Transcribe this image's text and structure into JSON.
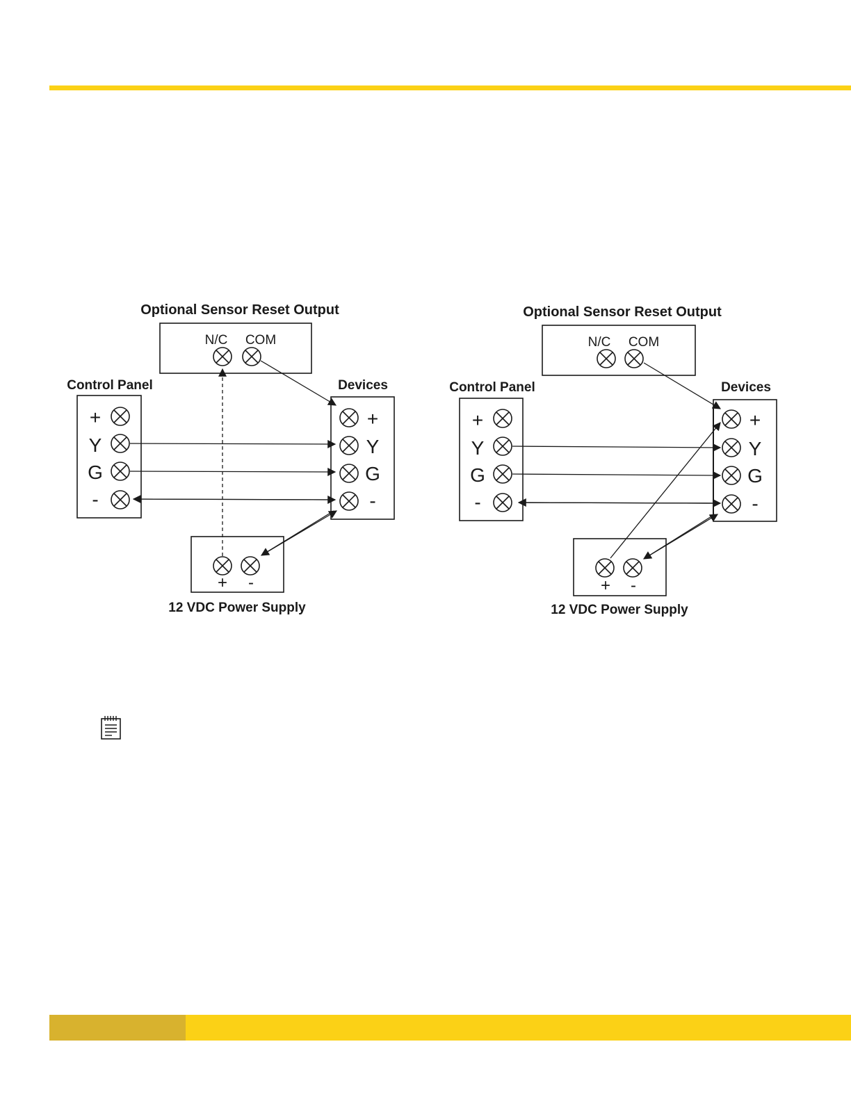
{
  "colors": {
    "accent": "#FBD116",
    "accent_dark": "#D8B22E",
    "line": "#1a1a1a"
  },
  "diagrams": [
    {
      "sensor_title": "Optional Sensor Reset Output",
      "nc_label": "N/C",
      "com_label": "COM",
      "control_panel_title": "Control Panel",
      "devices_title": "Devices",
      "power_title": "12 VDC Power Supply",
      "panel_terminals": [
        "+",
        "Y",
        "G",
        "-"
      ],
      "device_terminals": [
        "+",
        "Y",
        "G",
        "-"
      ],
      "power_plus": "+",
      "power_minus": "-"
    },
    {
      "sensor_title": "Optional Sensor Reset Output",
      "nc_label": "N/C",
      "com_label": "COM",
      "control_panel_title": "Control Panel",
      "devices_title": "Devices",
      "power_title": "12 VDC Power Supply",
      "panel_terminals": [
        "+",
        "Y",
        "G",
        "-"
      ],
      "device_terminals": [
        "+",
        "Y",
        "G",
        "-"
      ],
      "power_plus": "+",
      "power_minus": "-"
    }
  ],
  "icons": {
    "note": "notepad-icon"
  }
}
